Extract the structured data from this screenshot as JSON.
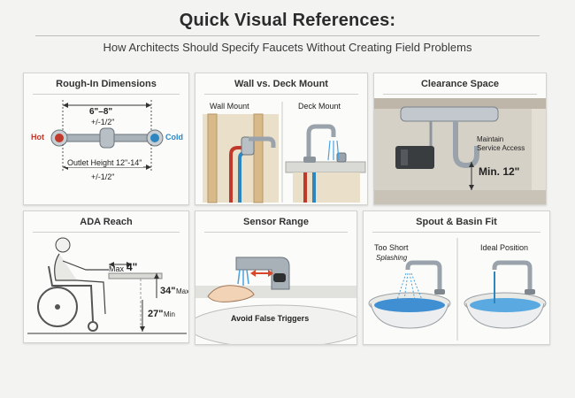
{
  "header": {
    "title": "Quick Visual References:",
    "subtitle": "How Architects Should Specify Faucets Without Creating Field Problems"
  },
  "panels": {
    "rough_in": {
      "title": "Rough-In Dimensions",
      "span": "6\"–8\"",
      "span_tol": "+/-1/2\"",
      "hot": "Hot",
      "cold": "Cold",
      "outlet": "Outlet Height 12\"-14\"",
      "outlet_tol": "+/-1/2\""
    },
    "mount": {
      "title": "Wall vs. Deck Mount",
      "wall": "Wall Mount",
      "deck": "Deck Mount"
    },
    "clearance": {
      "title": "Clearance Space",
      "note_line1": "Maintain",
      "note_line2": "Service Access",
      "min": "Min. 12\""
    },
    "ada": {
      "title": "ADA Reach",
      "max_prefix": "Max",
      "max_value": "4\"",
      "height_max_value": "34\"",
      "height_max_suffix": "Max",
      "height_min_value": "27\"",
      "height_min_suffix": "Min"
    },
    "sensor": {
      "title": "Sensor Range",
      "caption": "Avoid False Triggers"
    },
    "spout": {
      "title": "Spout & Basin Fit",
      "short": "Too Short",
      "splashing": "Splashing",
      "ideal": "Ideal Position"
    }
  },
  "colors": {
    "hot": "#c0392b",
    "cold": "#2e86c1",
    "chrome": "#9aa3ab",
    "water": "#4aa3df",
    "arrow": "#d9472b"
  }
}
